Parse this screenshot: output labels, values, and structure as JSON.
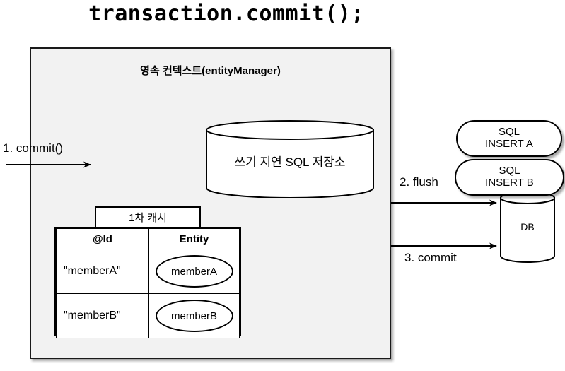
{
  "title": "transaction.commit();",
  "persistence_context": {
    "header": "영속 컨텍스트(entityManager)",
    "sql_store": {
      "label": "쓰기 지연 SQL 저장소",
      "shape": "cylinder"
    },
    "cache": {
      "label": "1차 캐시",
      "columns": [
        "@Id",
        "Entity"
      ],
      "rows": [
        {
          "id": "\"memberA\"",
          "entity": "memberA"
        },
        {
          "id": "\"memberB\"",
          "entity": "memberB"
        }
      ]
    }
  },
  "sql_queue": [
    {
      "line1": "SQL",
      "line2": "INSERT A"
    },
    {
      "line1": "SQL",
      "line2": "INSERT B"
    }
  ],
  "database": {
    "label": "DB",
    "shape": "cylinder"
  },
  "arrows": [
    {
      "label": "1. commit()",
      "direction": "right"
    },
    {
      "label": "2. flush",
      "direction": "right"
    },
    {
      "label": "3. commit",
      "direction": "right"
    }
  ],
  "colors": {
    "background": "#ffffff",
    "context_fill": "#f2f2f2",
    "stroke": "#1a1a1a",
    "shape_fill": "#ffffff",
    "text": "#000000"
  }
}
